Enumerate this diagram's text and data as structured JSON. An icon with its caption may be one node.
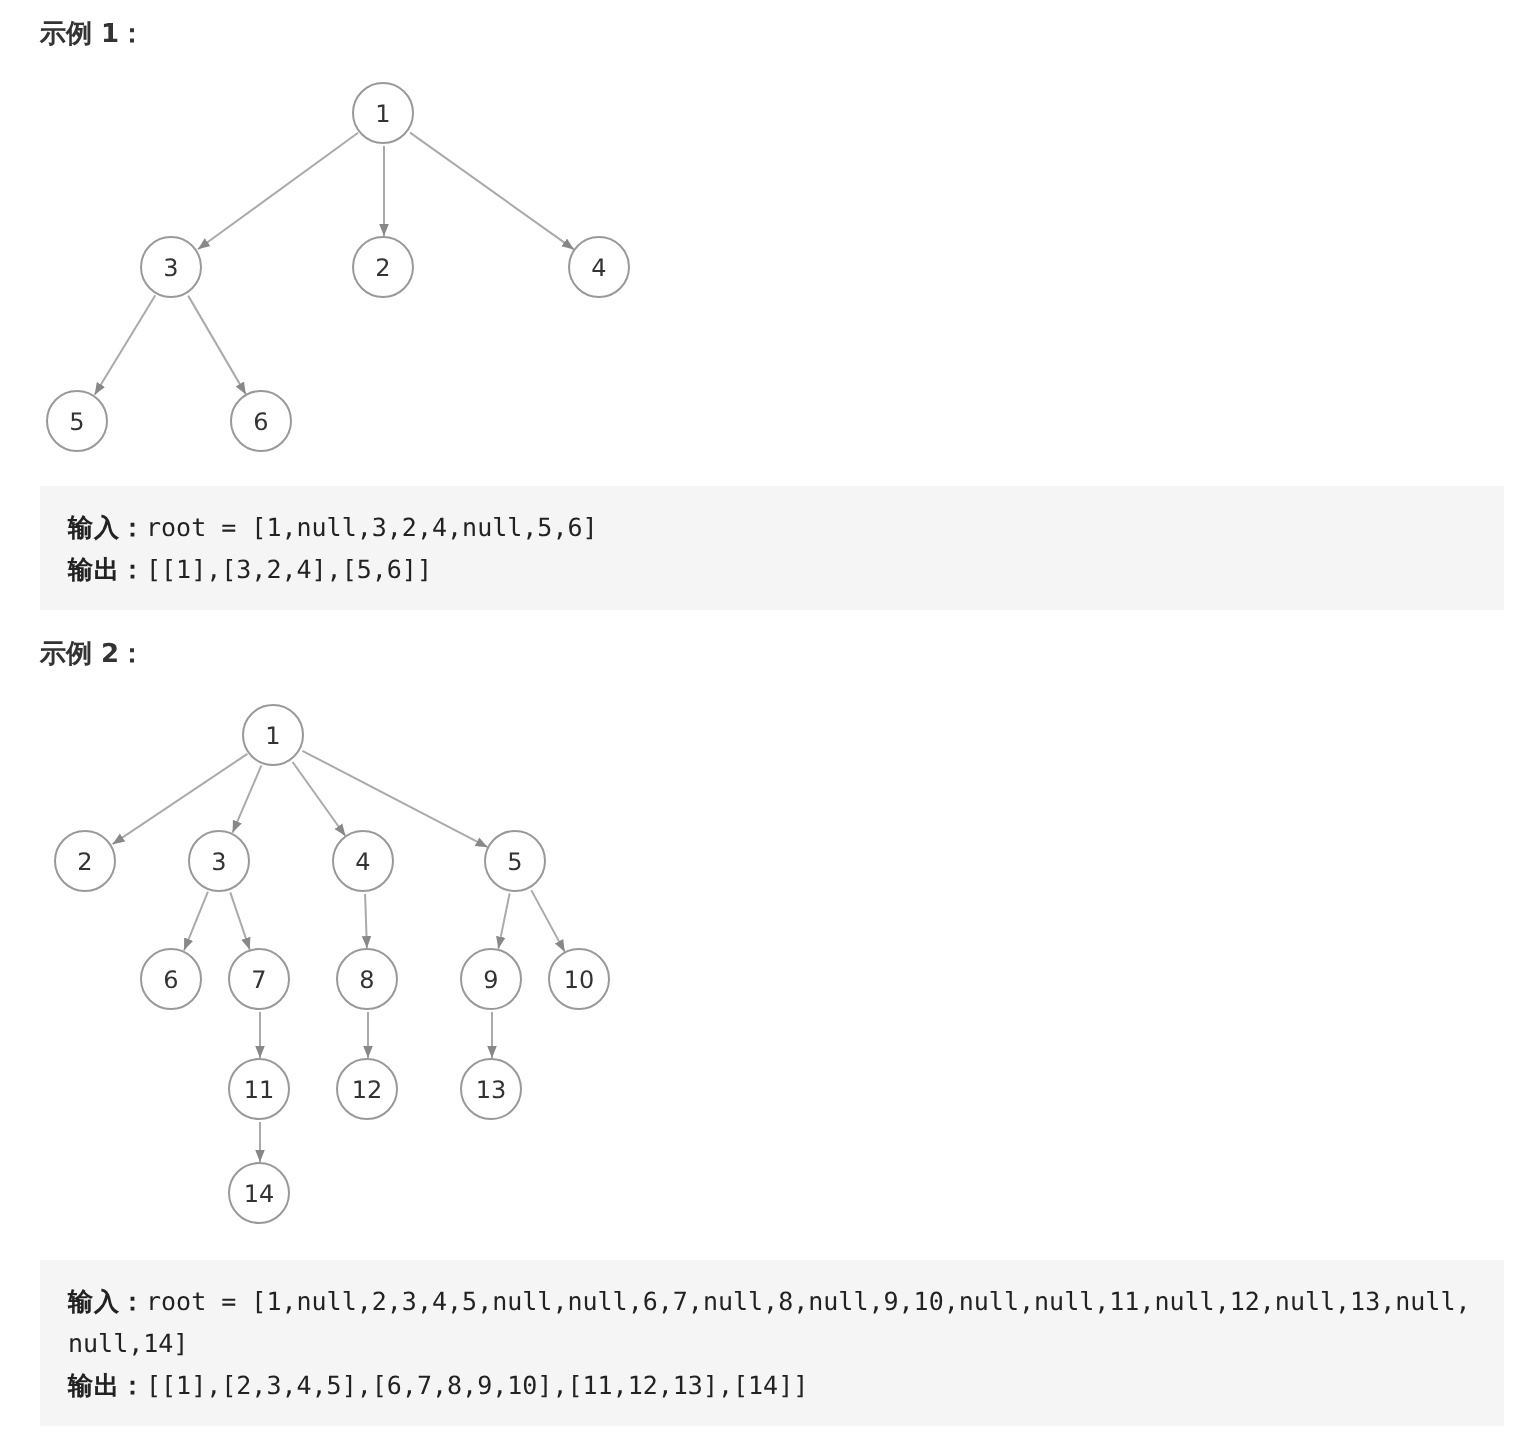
{
  "diagram": {
    "nodes": [
      {
        "text": [
          "1"
        ]
      },
      {
        "text": [
          "3"
        ]
      },
      {
        "text": [
          "2"
        ]
      },
      {
        "text": [
          "4"
        ]
      },
      {
        "text": [
          "5"
        ]
      },
      {
        "text": [
          "6"
        ]
      },
      {
        "text": [
          "1"
        ]
      },
      {
        "text": [
          "2"
        ]
      },
      {
        "text": [
          "3"
        ]
      },
      {
        "text": [
          "4"
        ]
      },
      {
        "text": [
          "5"
        ]
      },
      {
        "text": [
          "6"
        ]
      },
      {
        "text": [
          "7"
        ]
      },
      {
        "text": [
          "8"
        ]
      },
      {
        "text": [
          "9"
        ]
      },
      {
        "text": [
          "10"
        ]
      },
      {
        "text": [
          "11"
        ]
      },
      {
        "text": [
          "12"
        ]
      },
      {
        "text": [
          "13"
        ]
      },
      {
        "text": [
          "14"
        ]
      }
    ],
    "edges": [
      {
        "from": 0,
        "to": 1,
        "arrow": "to"
      },
      {
        "from": 0,
        "to": 2,
        "arrow": "to"
      },
      {
        "from": 0,
        "to": 3,
        "arrow": "to"
      },
      {
        "from": 1,
        "to": 4,
        "arrow": "to"
      },
      {
        "from": 1,
        "to": 5,
        "arrow": "to"
      },
      {
        "from": 6,
        "to": 7,
        "arrow": "to"
      },
      {
        "from": 6,
        "to": 8,
        "arrow": "to"
      },
      {
        "from": 6,
        "to": 9,
        "arrow": "to"
      },
      {
        "from": 6,
        "to": 10,
        "arrow": "to"
      },
      {
        "from": 8,
        "to": 11,
        "arrow": "to"
      },
      {
        "from": 8,
        "to": 12,
        "arrow": "to"
      },
      {
        "from": 9,
        "to": 13,
        "arrow": "to"
      },
      {
        "from": 10,
        "to": 14,
        "arrow": "to"
      },
      {
        "from": 10,
        "to": 15,
        "arrow": "to"
      },
      {
        "from": 12,
        "to": 16,
        "arrow": "to"
      },
      {
        "from": 13,
        "to": 17,
        "arrow": "to"
      },
      {
        "from": 14,
        "to": 18,
        "arrow": "to"
      },
      {
        "from": 16,
        "to": 19,
        "arrow": "to"
      }
    ],
    "labels": [
      "示例 1：",
      "**输入：**root = [1,null,3,2,4,null,5,6]",
      "**输出：**[[1],[3,2,4],[5,6]]",
      "示例 2：",
      "**输入：**root = [1,null,2,3,4,5,null,null,6,7,null,8,null,9,10,null,null,11,null,12,null,13,null,null,14]",
      "**输出：**[[1],[2,3,4,5],[6,7,8,9,10],[11,12,13],[14]]"
    ]
  }
}
